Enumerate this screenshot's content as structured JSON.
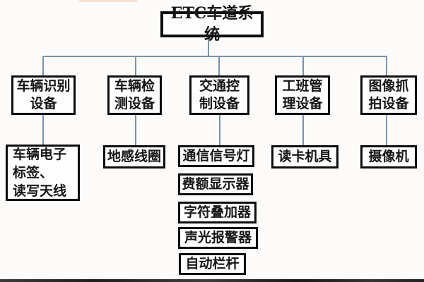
{
  "colors": {
    "box_border": "#0d0d0d",
    "box_fill": "#fffefe",
    "connector_line": "#7793b1",
    "background": "#fcfbf9",
    "bottom_edge_bar": "#262626"
  },
  "tree": {
    "root": {
      "label": "ETC车道系统"
    },
    "branches": [
      {
        "id": "vehicle-identification",
        "label": "车辆识别\n设备",
        "children": [
          "车辆电子\n标签、\n读写天线"
        ]
      },
      {
        "id": "vehicle-detection",
        "label": "车辆检\n测设备",
        "children": [
          "地感线圈"
        ]
      },
      {
        "id": "traffic-control",
        "label": "交通控\n制设备",
        "children": [
          "通信信号灯",
          "费额显示器",
          "字符叠加器",
          "声光报警器",
          "自动栏杆"
        ]
      },
      {
        "id": "shift-management",
        "label": "工班管\n理设备",
        "children": [
          "读卡机具"
        ]
      },
      {
        "id": "image-capture",
        "label": "图像抓\n拍设备",
        "children": [
          "摄像机"
        ]
      }
    ]
  }
}
